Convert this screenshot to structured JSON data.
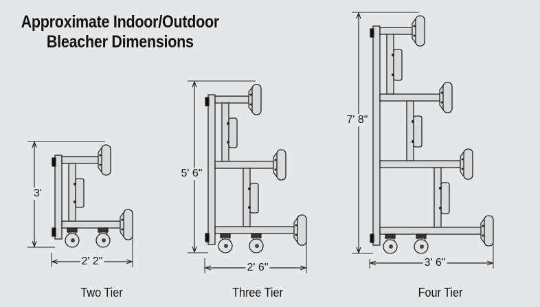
{
  "title": {
    "line1": "Approximate Indoor/Outdoor",
    "line2": "Bleacher Dimensions"
  },
  "bleachers": [
    {
      "name": "Two Tier",
      "tiers": 2,
      "height": "3'",
      "width": "2' 2\""
    },
    {
      "name": "Three Tier",
      "tiers": 3,
      "height": "5' 6\"",
      "width": "2' 6\""
    },
    {
      "name": "Four Tier",
      "tiers": 4,
      "height": "7' 8\"",
      "width": "3' 6\""
    }
  ]
}
